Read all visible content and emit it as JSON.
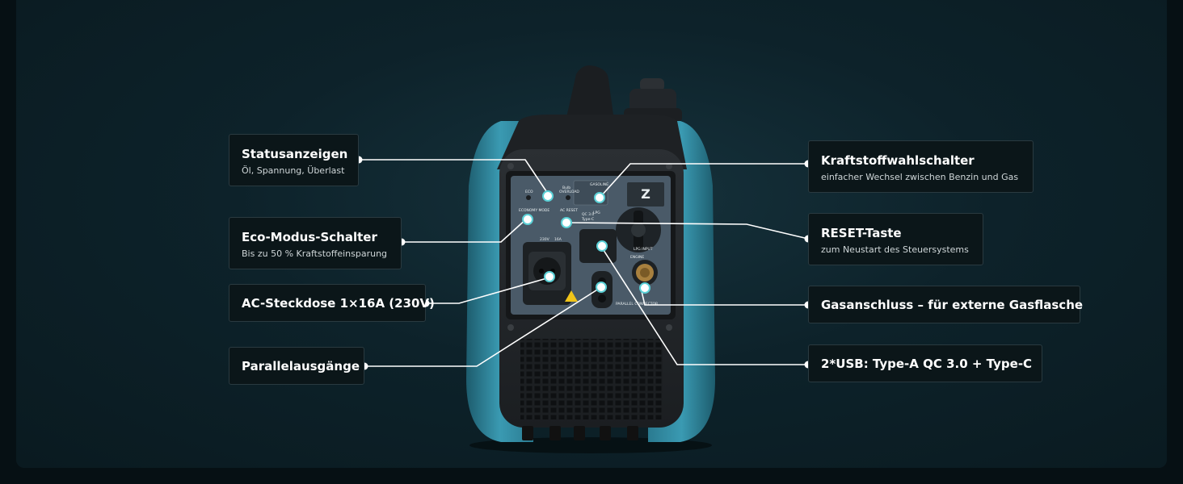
{
  "callouts": {
    "status": {
      "title": "Statusanzeigen",
      "subtitle": "Öl, Spannung, Überlast"
    },
    "eco": {
      "title": "Eco-Modus-Schalter",
      "subtitle": "Bis zu 50 % Kraftstoffeinsparung"
    },
    "ac": {
      "title": "AC-Steckdose 1×16A (230V)"
    },
    "parallel": {
      "title": "Parallelausgänge"
    },
    "fuel": {
      "title": "Kraftstoffwahlschalter",
      "subtitle": "einfacher Wechsel zwischen Benzin und Gas"
    },
    "reset": {
      "title": "RESET-Taste",
      "subtitle": "zum Neustart des Steuersystems"
    },
    "gas": {
      "title": "Gasanschluss – für externe Gasflasche"
    },
    "usb": {
      "title": "2*USB: Type-A QC 3.0 + Type-C"
    }
  },
  "panel_labels": {
    "eco": "ECO",
    "bulb": "Bulb",
    "overload": "OVERLOAD",
    "gasoline": "GASOLINE",
    "lpg": "LPG",
    "economy_mode": "ECONOMY MODE",
    "ac_reset": "AC RESET",
    "qc": "QC 3.0",
    "typec": "Type-C",
    "volt": "230V",
    "amp": "16A",
    "engine": "ENGINE",
    "lpg_input": "LPG INPUT",
    "parallel_connector": "PARALLEL CONNECTOR"
  },
  "colors": {
    "accent": "#2f8ca6",
    "panel": "#4a5a68",
    "body": "#222629",
    "marker": "#5ad0d6"
  }
}
